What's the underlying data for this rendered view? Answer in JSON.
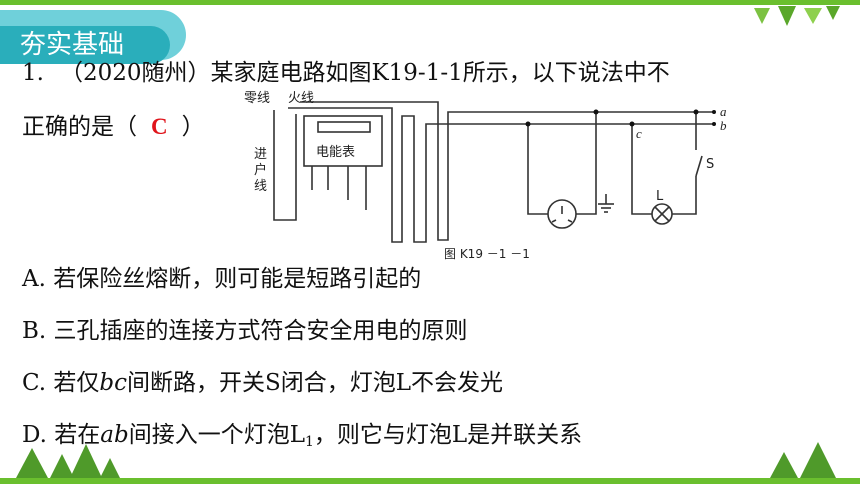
{
  "header": {
    "title": "夯实基础"
  },
  "question": {
    "number": "1.",
    "text_line1": "（2020随州）某家庭电路如图K19-1-1所示，以下说法中不",
    "text_line2_pre": "正确的是（",
    "answer": "C",
    "text_line2_post": "）"
  },
  "figure": {
    "label_neutral": "零线",
    "label_live": "火线",
    "label_incoming": "进户线",
    "meter_label": "电能表",
    "node_a": "a",
    "node_b": "b",
    "node_c": "c",
    "switch_label": "S",
    "lamp_label": "L",
    "caption": "图 K19 －1 －1"
  },
  "options": {
    "a": "A. 若保险丝熔断，则可能是短路引起的",
    "b": "B. 三孔插座的连接方式符合安全用电的原则",
    "c_pre": "C. 若仅",
    "c_italic": "bc",
    "c_post": "间断路，开关S闭合，灯泡L不会发光",
    "d_pre": "D. 若在",
    "d_italic": "ab",
    "d_mid": "间接入一个灯泡L",
    "d_sub": "1",
    "d_post": "，则它与灯泡L是并联关系"
  },
  "colors": {
    "accent": "#2aaebb",
    "answer": "#e0141b",
    "green": "#6abf2e"
  }
}
